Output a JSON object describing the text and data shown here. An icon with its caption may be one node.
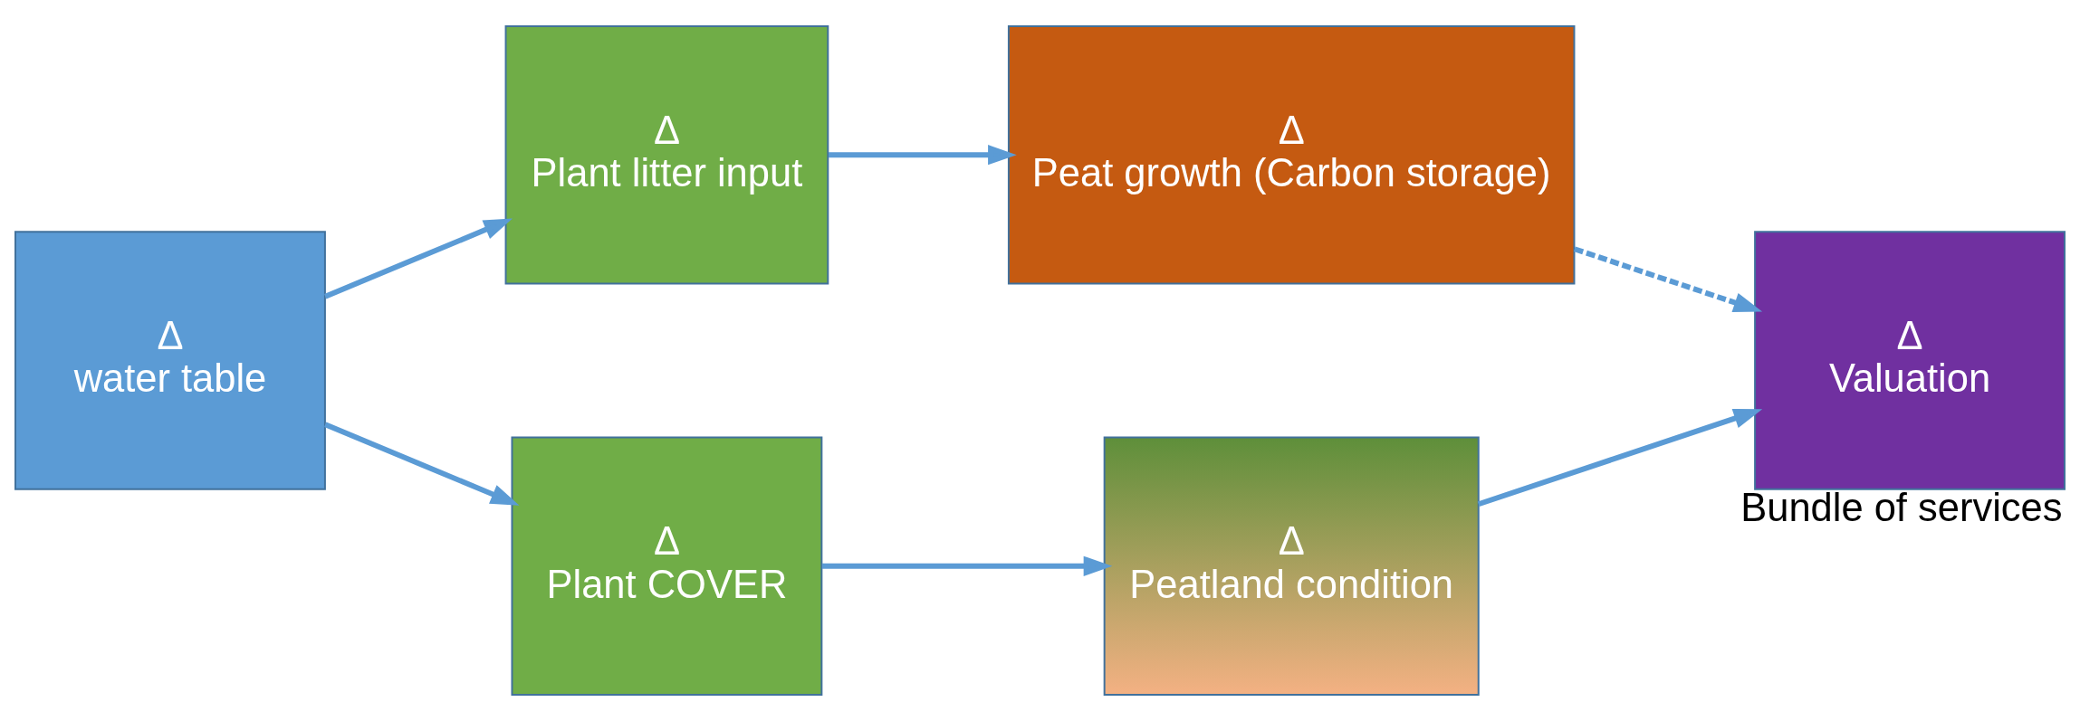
{
  "diagram": {
    "nodes": [
      {
        "text": [
          "Δ",
          "water table"
        ]
      },
      {
        "text": [
          "Δ",
          "Plant litter input"
        ]
      },
      {
        "text": [
          "Δ",
          "Plant COVER"
        ]
      },
      {
        "text": [
          "Δ",
          "Peat growth (Carbon storage)"
        ]
      },
      {
        "text": [
          "Δ",
          "Peatland condition"
        ]
      },
      {
        "text": [
          "Δ",
          "Valuation"
        ],
        "beside": [
          "Bundle of services"
        ]
      }
    ],
    "edges": [
      {
        "from": 0,
        "to": 1,
        "arrow": "to"
      },
      {
        "from": 0,
        "to": 2,
        "arrow": "to"
      },
      {
        "from": 1,
        "to": 3,
        "arrow": "to"
      },
      {
        "from": 2,
        "to": 4,
        "arrow": "to"
      },
      {
        "from": 3,
        "to": 5,
        "arrow": "to",
        "style": "dashed"
      },
      {
        "from": 4,
        "to": 5,
        "arrow": "to"
      }
    ]
  }
}
